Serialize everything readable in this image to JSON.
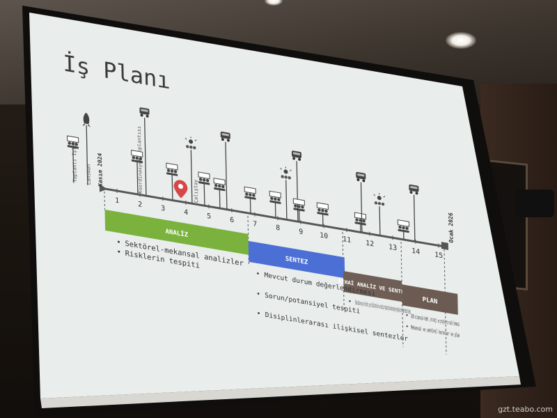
{
  "slide": {
    "title": "İş Planı",
    "timeline": {
      "numbers": [
        "1",
        "2",
        "3",
        "4",
        "5",
        "6",
        "7",
        "8",
        "9",
        "10",
        "11",
        "12",
        "13",
        "14",
        "15"
      ],
      "start_label": "Kasım 2024",
      "end_label": "Ocak 2026",
      "vertical_labels": [
        "Toplantı İşlemi",
        "Lansman",
        "Koordinasyon Toplantısı",
        "Çalıştay"
      ]
    },
    "phases": [
      {
        "name": "ANALİZ",
        "color": "#7ab23d",
        "bullets": [
          "Sektörel-mekansal analizler",
          "Risklerin tespiti"
        ]
      },
      {
        "name": "SENTEZ",
        "color": "#4b6fd4",
        "bullets": [
          "Mevcut durum değerlendirmesi",
          "Sorun/potansiyel tespiti",
          "Disiplinlerarası ilişkisel sentezler"
        ]
      },
      {
        "name": "NİHAİ ANALİZ VE SENTEZ",
        "color": "#6f5e56",
        "bullets": [
          "Elde edilen yeni verilerin, geri bildirimlerin ve katılım toplantılarından gelen görüşlerin değerlendirilmesi"
        ]
      },
      {
        "name": "PLAN",
        "color": "#6b5b52",
        "bullets": [
          "2050 vizyonuyla hedef, strateji ve projelerin belirlenmesi",
          "Mekansal ve sektörel kararlar ve plan"
        ]
      }
    ]
  },
  "colors": {
    "slide_bg": "#e9edec",
    "line": "#555555",
    "marker": "#d64848"
  },
  "watermark": "gzt.teabo.com"
}
